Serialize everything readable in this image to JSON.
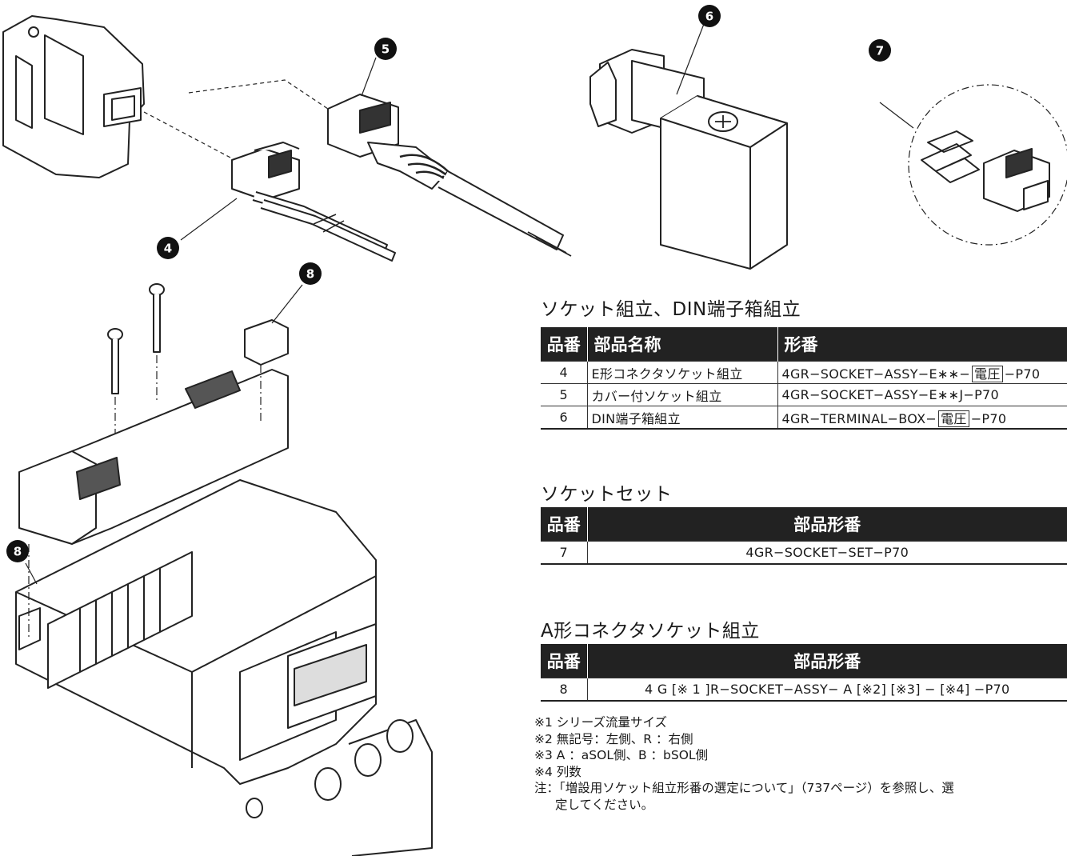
{
  "callouts": [
    "4",
    "5",
    "6",
    "7",
    "8"
  ],
  "section1": {
    "title": "ソケット組立、DIN端子箱組立",
    "headers": [
      "品番",
      "部品名称",
      "形番"
    ],
    "rows": [
      {
        "no": "4",
        "name": "E形コネクタソケット組立",
        "model_prefix": "4GR−SOCKET−ASSY−E∗∗−",
        "model_box": "電圧",
        "model_suffix": "−P70"
      },
      {
        "no": "5",
        "name": "カバー付ソケット組立",
        "model_prefix": "4GR−SOCKET−ASSY−E∗∗J−P70",
        "model_box": "",
        "model_suffix": ""
      },
      {
        "no": "6",
        "name": "DIN端子箱組立",
        "model_prefix": "4GR−TERMINAL−BOX−",
        "model_box": "電圧",
        "model_suffix": "−P70"
      }
    ]
  },
  "section2": {
    "title": "ソケットセット",
    "headers": [
      "品番",
      "部品形番"
    ],
    "rows": [
      {
        "no": "7",
        "model": "4GR−SOCKET−SET−P70"
      }
    ]
  },
  "section3": {
    "title": "A形コネクタソケット組立",
    "headers": [
      "品番",
      "部品形番"
    ],
    "rows": [
      {
        "no": "8",
        "model": "4 G [※ 1 ]R−SOCKET−ASSY− A [※2] [※3] − [※4] −P70"
      }
    ]
  },
  "notes": [
    "※1 シリーズ流量サイズ",
    "※2 無記号：左側、R ：右側",
    "※3 A ：aSOL側、B ：bSOL側",
    "※4 列数",
    "注：「増設用ソケット組立形番の選定について」（737ページ）を参照し、選",
    "定してください。"
  ]
}
